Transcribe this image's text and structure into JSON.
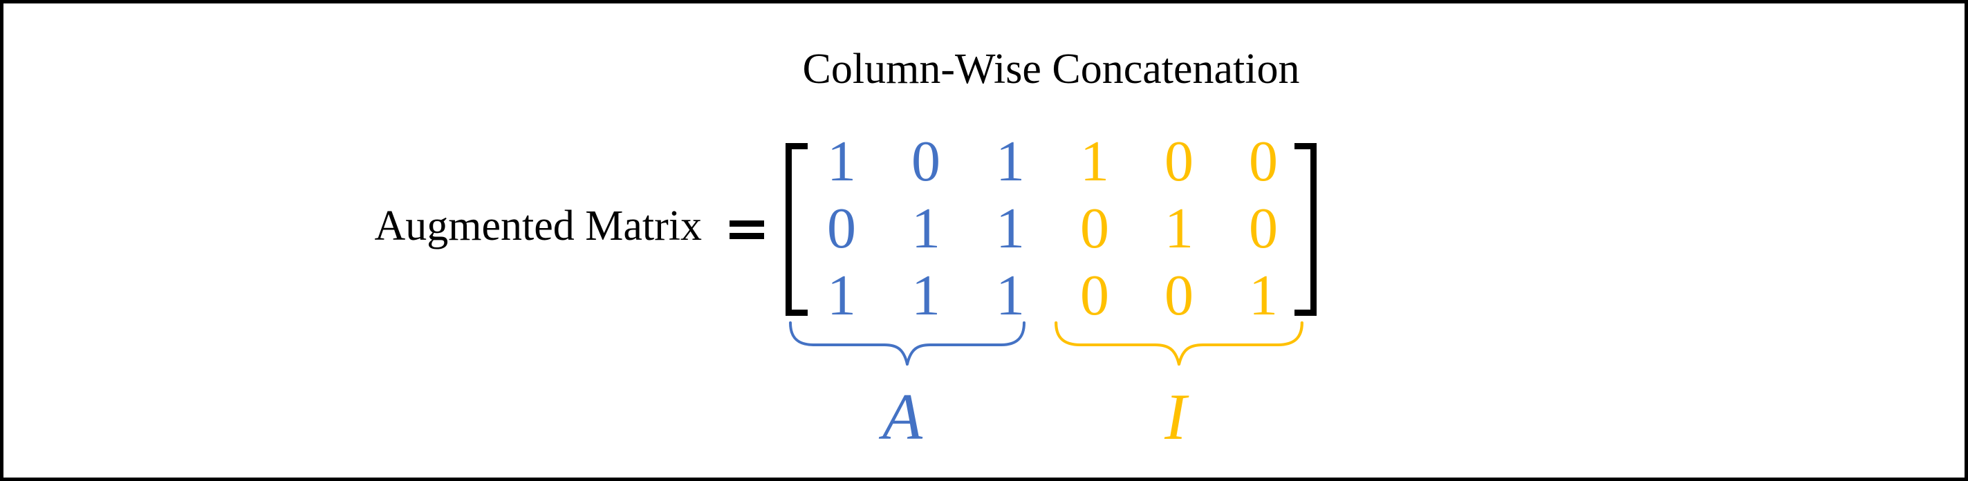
{
  "figure": {
    "title": "Column-Wise Concatenation",
    "equation": {
      "label": "Augmented Matrix",
      "equals": "="
    },
    "matrix": {
      "rows": [
        [
          "1",
          "0",
          "1",
          "1",
          "0",
          "0"
        ],
        [
          "0",
          "1",
          "1",
          "0",
          "1",
          "0"
        ],
        [
          "1",
          "1",
          "1",
          "0",
          "0",
          "1"
        ]
      ]
    },
    "blocks": [
      {
        "label": "A",
        "columns_start": 1,
        "columns_end": 3,
        "color": "#4472C4"
      },
      {
        "label": "I",
        "columns_start": 4,
        "columns_end": 6,
        "color": "#FFC000"
      }
    ],
    "colors": {
      "block_a": "#4472C4",
      "block_i": "#FFC000",
      "ink": "#000000",
      "background": "#FFFFFF"
    }
  }
}
